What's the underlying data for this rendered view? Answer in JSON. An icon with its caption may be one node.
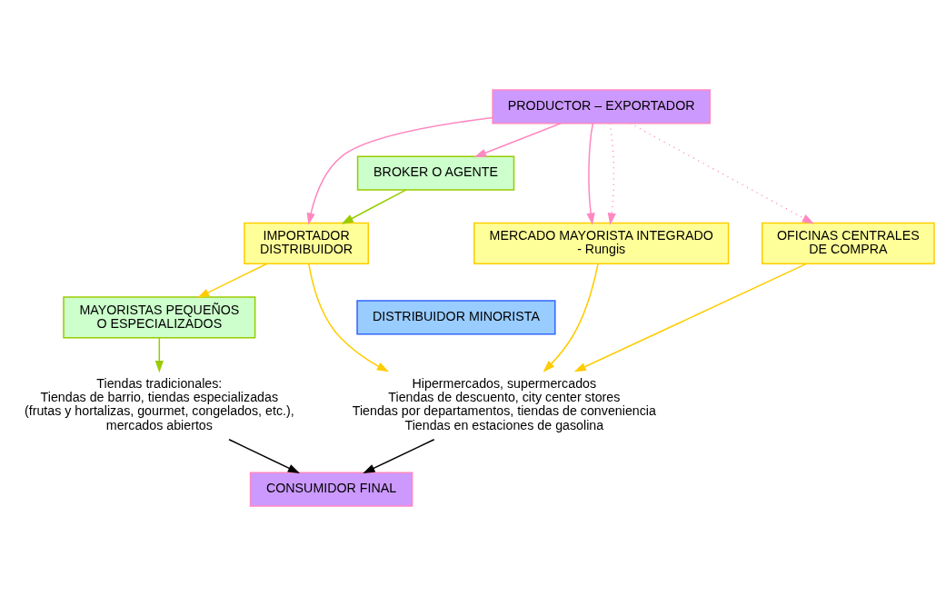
{
  "diagram": {
    "nodes": [
      {
        "text": [
          "PRODUCTOR – EXPORTADOR"
        ]
      },
      {
        "text": [
          "BROKER O AGENTE"
        ]
      },
      {
        "text": [
          "MERCADO MAYORISTA INTEGRADO - Rungis"
        ]
      },
      {
        "text": [
          "OFICINAS CENTRALES DE COMPRA"
        ]
      },
      {
        "text": [
          "IMPORTADOR DISTRIBUIDOR"
        ]
      },
      {
        "text": [
          "MAYORISTAS PEQUEÑOS O ESPECIALIZADOS"
        ]
      },
      {
        "text": [
          "DISTRIBUIDOR MINORISTA"
        ]
      },
      {
        "text": [
          "Hipermercados, supermercados",
          "Tiendas de descuento, city center stores",
          "Tiendas por departamentos, tiendas de conveniencia",
          "Tiendas en estaciones de gasolina"
        ]
      },
      {
        "text": [
          "Tiendas tradicionales:",
          "Tiendas de barrio, tiendas especializadas",
          "(frutas y hortalizas, gourmet, congelados, etc.),",
          "mercados abiertos"
        ]
      },
      {
        "text": [
          "CONSUMIDOR FINAL"
        ]
      }
    ],
    "edges": [
      {
        "from": 0,
        "to": 2,
        "arrow": "to",
        "color": "#ff88c0"
      },
      {
        "from": 0,
        "to": 2,
        "arrow": "to",
        "style": "dashed",
        "color": "#ff88c0"
      },
      {
        "from": 0,
        "to": 3,
        "arrow": "to",
        "style": "dashed",
        "color": "#ff88c0"
      },
      {
        "from": 0,
        "to": 4,
        "arrow": "to",
        "color": "#ff88c0"
      },
      {
        "from": 0,
        "to": 1,
        "arrow": "to",
        "color": "#ff88c0"
      },
      {
        "from": 1,
        "to": 4,
        "arrow": "to",
        "color": "#99cc00"
      },
      {
        "from": 4,
        "to": 5,
        "arrow": "to",
        "color": "#ffcc00"
      },
      {
        "from": 2,
        "to": 7,
        "arrow": "to",
        "color": "#ffcc00"
      },
      {
        "from": 3,
        "to": 7,
        "arrow": "to",
        "color": "#ffcc00"
      },
      {
        "from": 4,
        "to": 7,
        "arrow": "to",
        "color": "#ffcc00"
      },
      {
        "from": 5,
        "to": 8,
        "arrow": "to",
        "color": "#99cc00"
      },
      {
        "from": 7,
        "to": 9,
        "arrow": "to",
        "color": "#000000"
      },
      {
        "from": 8,
        "to": 9,
        "arrow": "to",
        "color": "#000000"
      }
    ]
  }
}
